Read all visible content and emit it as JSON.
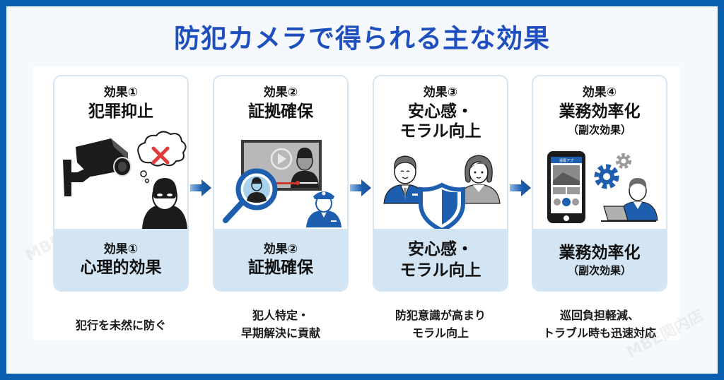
{
  "title": "防犯カメラで得られる主な効果",
  "cards": [
    {
      "number": "効果①",
      "heading_lines": [
        "犯罪抑止"
      ],
      "sub": "",
      "illustration": "security-camera-and-burglar",
      "bottom_number": "効果①",
      "bottom_heading_lines": [
        "心理的効果"
      ],
      "bottom_sub": "",
      "description_lines": [
        "犯行を未然に防ぐ"
      ]
    },
    {
      "number": "効果②",
      "heading_lines": [
        "証拠確保"
      ],
      "sub": "",
      "illustration": "video-footage-magnifier-police",
      "bottom_number": "効果②",
      "bottom_heading_lines": [
        "証拠確保"
      ],
      "bottom_sub": "",
      "description_lines": [
        "犯人特定・",
        "早期解決に貢献"
      ]
    },
    {
      "number": "効果③",
      "heading_lines": [
        "安心感・",
        "モラル向上"
      ],
      "sub": "",
      "illustration": "people-with-shield",
      "bottom_number": "",
      "bottom_heading_lines": [
        "安心感・",
        "モラル向上"
      ],
      "bottom_sub": "",
      "description_lines": [
        "防犯意識が高まり",
        "モラル向上"
      ]
    },
    {
      "number": "効果④",
      "heading_lines": [
        "業務効率化"
      ],
      "sub": "（副次効果）",
      "illustration": "smartphone-app-gears-worker",
      "bottom_number": "",
      "bottom_heading_lines": [
        "業務効率化"
      ],
      "bottom_sub": "（副次効果）",
      "description_lines": [
        "巡回負担軽減、",
        "トラブル時も迅速対応"
      ]
    }
  ],
  "phone_app_header": "遠隔アプ",
  "watermark": "MBE関内店",
  "colors": {
    "frame": "#0b5fb0",
    "title": "#1f4fbf",
    "card_label_bg": "#d3e4f2",
    "icon_blue": "#1d5fae",
    "alert_red": "#e03a3a"
  }
}
